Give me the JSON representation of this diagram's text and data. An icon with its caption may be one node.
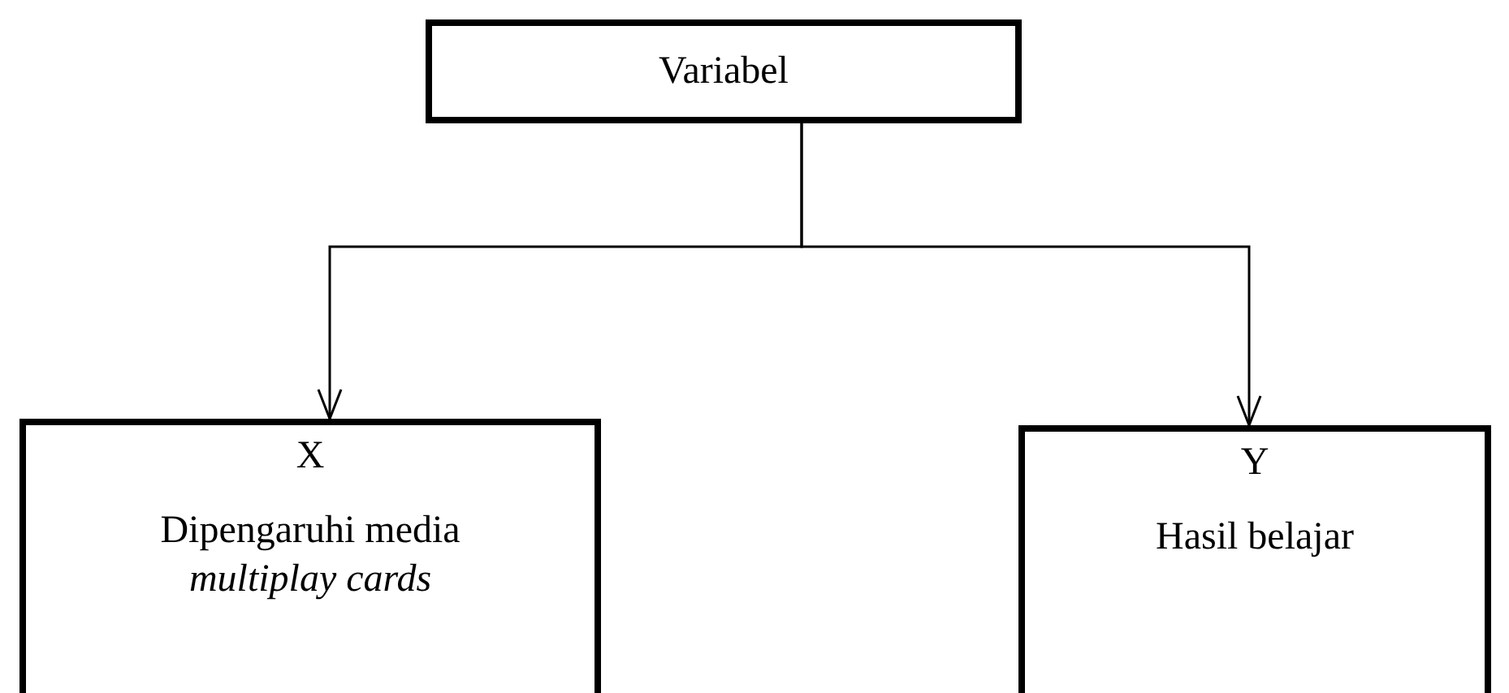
{
  "diagram": {
    "nodes": [
      {
        "text": [
          "Variabel"
        ]
      },
      {
        "text": [
          "X",
          "Dipengaruhi media *multiplay cards*"
        ]
      },
      {
        "text": [
          "Y",
          "Hasil belajar"
        ]
      }
    ],
    "edges": [
      {
        "from": 0,
        "to": 1,
        "arrow": "to"
      },
      {
        "from": 0,
        "to": 2,
        "arrow": "to"
      }
    ]
  }
}
